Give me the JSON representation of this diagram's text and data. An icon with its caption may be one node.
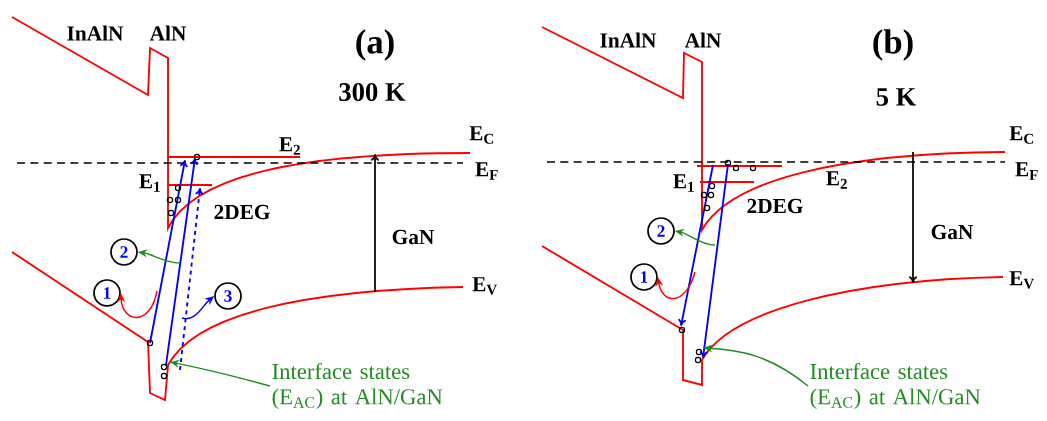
{
  "diagram": {
    "nodes": [
      {
        "text": [
          "1"
        ]
      },
      {
        "text": [
          "2"
        ]
      },
      {
        "text": [
          "3"
        ]
      },
      {
        "text": [
          "Interface states (E$_{AC}$) at AlN/GaN"
        ]
      },
      {
        "text": [
          "1"
        ]
      },
      {
        "text": [
          "2"
        ]
      },
      {
        "text": [
          "Interface states (E$_{AC}$) at AlN/GaN"
        ]
      }
    ],
    "edges": [
      {
        "from": null,
        "to": 0,
        "arrow": "to",
        "color": "#ff0000"
      },
      {
        "from": null,
        "to": 1,
        "arrow": "to",
        "color": "#228b22"
      },
      {
        "from": null,
        "to": 2,
        "arrow": "to",
        "color": "#0000ff"
      },
      {
        "from": 3,
        "to": null,
        "arrow": "to",
        "color": "#228b22"
      },
      {
        "from": null,
        "to": 4,
        "arrow": "to",
        "color": "#ff0000"
      },
      {
        "from": null,
        "to": 5,
        "arrow": "to",
        "color": "#228b22"
      },
      {
        "from": 6,
        "to": null,
        "arrow": "to",
        "color": "#228b22"
      }
    ],
    "labels": [
      "InAlN",
      "AlN",
      "(a)",
      "300 K",
      "E$_{C}$",
      "E$_{2}$",
      "E$_{F}$",
      "E$_{1}$",
      "2DEG",
      "GaN",
      "E$_{V}$",
      "InAlN",
      "AlN",
      "(b)",
      "5 K",
      "E$_{C}$",
      "E$_{F}$",
      "E$_{1}$",
      "2DEG",
      "E$_{2}$",
      "GaN",
      "E$_{V}$"
    ]
  }
}
